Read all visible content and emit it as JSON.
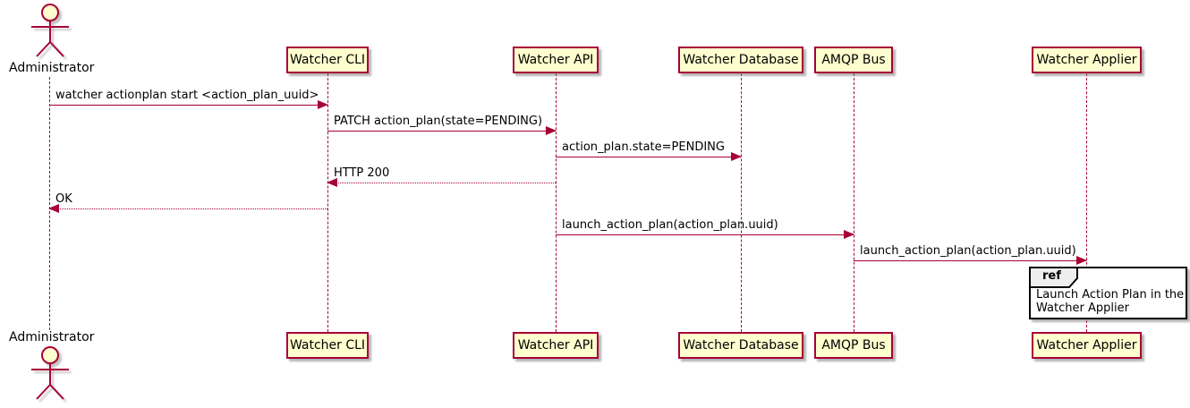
{
  "diagram_type": "sequence",
  "colors": {
    "accent": "#A80036",
    "participant_fill": "#FEFECE",
    "participant_border": "#A80036",
    "ref_border": "#000000",
    "ref_header_fill": "#EEEEEE",
    "text": "#000000"
  },
  "actor": {
    "name": "Administrator"
  },
  "participants": [
    {
      "label": "Watcher CLI"
    },
    {
      "label": "Watcher API"
    },
    {
      "label": "Watcher Database"
    },
    {
      "label": "AMQP Bus"
    },
    {
      "label": "Watcher Applier"
    }
  ],
  "messages": [
    {
      "label": "watcher actionplan start <action_plan_uuid>",
      "from": "Administrator",
      "to": "Watcher CLI",
      "line": "solid"
    },
    {
      "label": "PATCH action_plan(state=PENDING)",
      "from": "Watcher CLI",
      "to": "Watcher API",
      "line": "solid"
    },
    {
      "label": "action_plan.state=PENDING",
      "from": "Watcher API",
      "to": "Watcher Database",
      "line": "solid"
    },
    {
      "label": "HTTP 200",
      "from": "Watcher API",
      "to": "Watcher CLI",
      "line": "dotted"
    },
    {
      "label": "OK",
      "from": "Watcher CLI",
      "to": "Administrator",
      "line": "dotted"
    },
    {
      "label": "launch_action_plan(action_plan.uuid)",
      "from": "Watcher API",
      "to": "AMQP Bus",
      "line": "solid"
    },
    {
      "label": "launch_action_plan(action_plan.uuid)",
      "from": "AMQP Bus",
      "to": "Watcher Applier",
      "line": "solid"
    }
  ],
  "ref": {
    "keyword": "ref",
    "line1": "Launch Action Plan in the",
    "line2": "Watcher Applier"
  }
}
